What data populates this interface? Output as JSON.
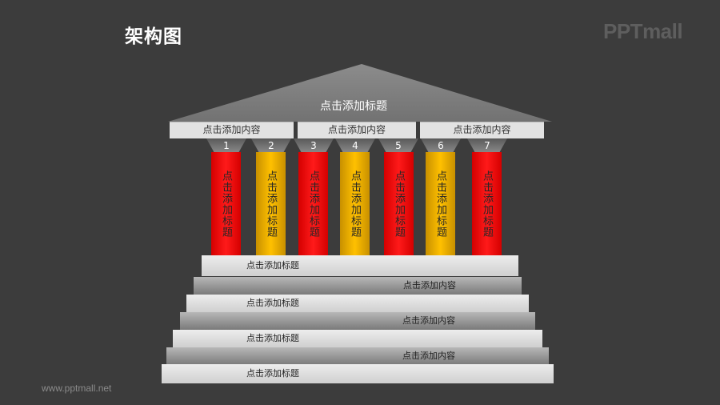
{
  "header": {
    "title": "架构图",
    "logo": "PPTmall"
  },
  "footer": {
    "website": "www.pptmall.net"
  },
  "roof": {
    "title": "点击添加标题"
  },
  "beams": [
    {
      "label": "点击添加内容"
    },
    {
      "label": "点击添加内容"
    },
    {
      "label": "点击添加内容"
    }
  ],
  "columns": [
    {
      "number": "1",
      "label": "点击添加标题",
      "color": "#ff0000"
    },
    {
      "number": "2",
      "label": "点击添加标题",
      "color": "#ffc000"
    },
    {
      "number": "3",
      "label": "点击添加标题",
      "color": "#ff0000"
    },
    {
      "number": "4",
      "label": "点击添加标题",
      "color": "#ffc000"
    },
    {
      "number": "5",
      "label": "点击添加标题",
      "color": "#ff0000"
    },
    {
      "number": "6",
      "label": "点击添加标题",
      "color": "#ffc000"
    },
    {
      "number": "7",
      "label": "点击添加标题",
      "color": "#ff0000"
    }
  ],
  "steps": [
    {
      "label": "点击添加标题"
    },
    {
      "label": "点击添加内容"
    },
    {
      "label": "点击添加标题"
    },
    {
      "label": "点击添加内容"
    },
    {
      "label": "点击添加标题"
    },
    {
      "label": "点击添加内容"
    },
    {
      "label": "点击添加标题"
    }
  ]
}
